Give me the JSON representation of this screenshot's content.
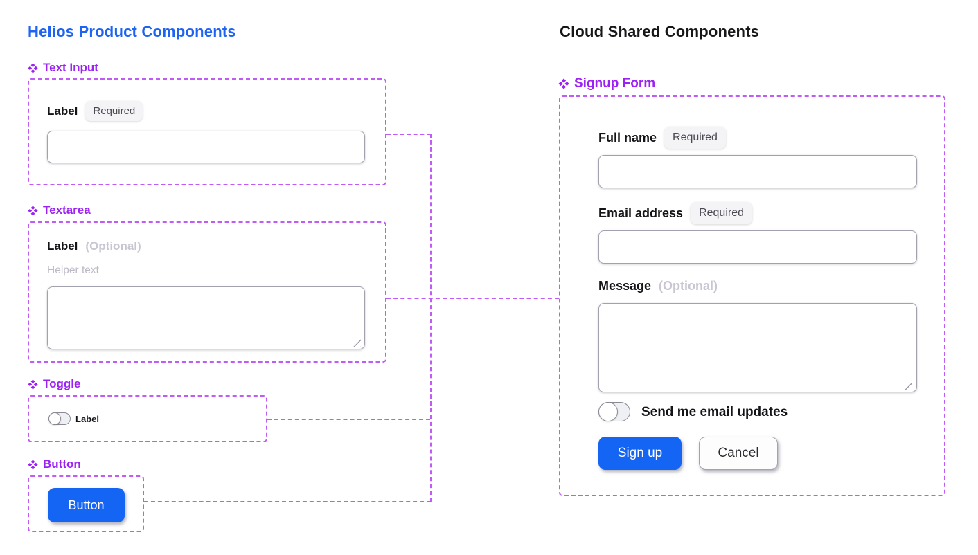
{
  "left": {
    "title": "Helios Product Components",
    "text_input": {
      "header": "Text Input",
      "label": "Label",
      "badge": "Required",
      "input_value": ""
    },
    "textarea": {
      "header": "Textarea",
      "label": "Label",
      "optional": "(Optional)",
      "helper": "Helper text",
      "textarea_value": ""
    },
    "toggle": {
      "header": "Toggle",
      "label": "Label",
      "state": "off"
    },
    "button": {
      "header": "Button",
      "label": "Button"
    }
  },
  "right": {
    "title": "Cloud Shared Components",
    "signup": {
      "header": "Signup Form",
      "full_name": {
        "label": "Full name",
        "badge": "Required",
        "input_value": ""
      },
      "email": {
        "label": "Email address",
        "badge": "Required",
        "input_value": ""
      },
      "message": {
        "label": "Message",
        "optional": "(Optional)",
        "textarea_value": ""
      },
      "updates_toggle": {
        "label": "Send me email updates",
        "state": "off"
      },
      "signup_button": "Sign up",
      "cancel_button": "Cancel"
    }
  },
  "connections": [
    "Text Input → Signup Form",
    "Textarea → Signup Form",
    "Toggle → Signup Form",
    "Button → Signup Form"
  ],
  "colors": {
    "title_blue": "#1e63f2",
    "heading_black": "#17171a",
    "component_purple": "#9c22f4",
    "dash_purple": "#c05cf5",
    "button_blue": "#1565f5"
  }
}
